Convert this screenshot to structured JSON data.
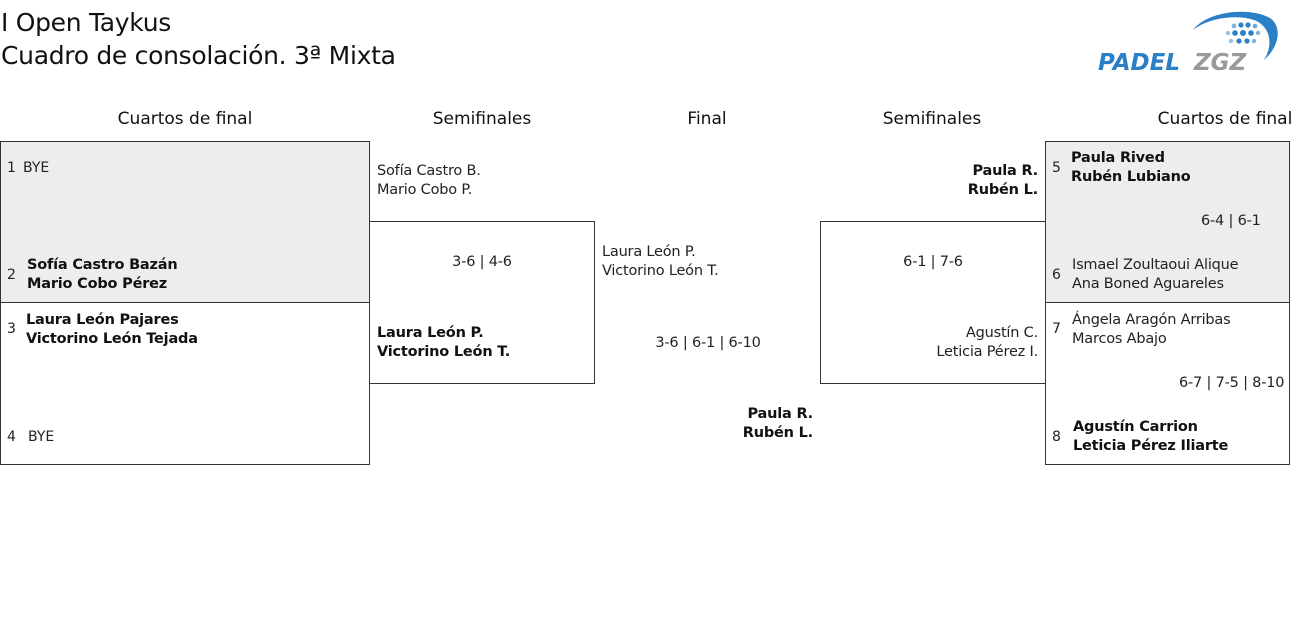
{
  "header": {
    "title": "I Open Taykus",
    "subtitle": "Cuadro de consolación. 3ª Mixta",
    "logo_text": "PADELZGZ",
    "logo_colors": {
      "padel": "#2a7fc6",
      "zgz": "#9a9a9a"
    }
  },
  "rounds": {
    "qf_left": "Cuartos de final",
    "sf_left": "Semifinales",
    "final": "Final",
    "sf_right": "Semifinales",
    "qf_right": "Cuartos de final"
  },
  "left": {
    "qf1": {
      "seed_a": "1",
      "team_a": "BYE",
      "seed_b": "2",
      "team_b_p1": "Sofía Castro Bazán",
      "team_b_p2": "Mario Cobo Pérez"
    },
    "qf2": {
      "seed_a": "3",
      "team_a_p1": "Laura León Pajares",
      "team_a_p2": "Victorino León Tejada",
      "seed_b": "4",
      "team_b": "BYE"
    },
    "sf": {
      "team_a_p1": "Sofía Castro B.",
      "team_a_p2": "Mario Cobo P.",
      "score": "3-6 | 4-6",
      "team_b_p1": "Laura León P.",
      "team_b_p2": "Victorino León T."
    }
  },
  "final": {
    "team_a_p1": "Laura León P.",
    "team_a_p2": "Victorino León T.",
    "score": "3-6 | 6-1 | 6-10",
    "team_b_p1": "Paula R.",
    "team_b_p2": "Rubén L."
  },
  "right": {
    "sf": {
      "team_a_p1": "Paula R.",
      "team_a_p2": "Rubén L.",
      "score": "6-1 | 7-6",
      "team_b_p1": "Agustín C.",
      "team_b_p2": "Leticia Pérez I."
    },
    "qf1": {
      "seed_a": "5",
      "team_a_p1": "Paula Rived",
      "team_a_p2": "Rubén Lubiano",
      "score": "6-4 | 6-1",
      "seed_b": "6",
      "team_b_p1": "Ismael Zoultaoui Alique",
      "team_b_p2": "Ana Boned Aguareles"
    },
    "qf2": {
      "seed_a": "7",
      "team_a_p1": "Ángela Aragón Arribas",
      "team_a_p2": "Marcos Abajo",
      "score": "6-7 | 7-5 | 8-10",
      "seed_b": "8",
      "team_b_p1": "Agustín Carrion",
      "team_b_p2": "Leticia Pérez Iliarte"
    }
  }
}
